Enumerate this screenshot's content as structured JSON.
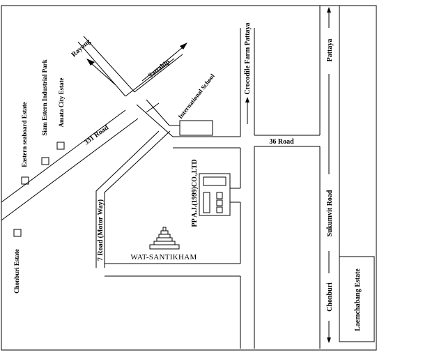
{
  "map": {
    "labels": {
      "rayong": "Rayong",
      "sattahip": "Sattahip",
      "road_331": "331 Road",
      "international_school": "International School",
      "crocodile_farm": "Crocodile Farm Pattaya",
      "pattaya": "Pattaya",
      "road_36": "36 Road",
      "eastern_seaboard": "Eastern seaboard Estate",
      "siam_eastern": "Siam Estern Industrial Park",
      "amata_city": "Amata City Estate",
      "chonburi_estate": "Chonburi Estate",
      "road_7": "7 Road (Motor Way)",
      "company": "PP A.J.(1999)CO.,LTD",
      "wat": "WAT-SANTIKHAM",
      "sukhumvit": "Sukumvit Road",
      "chonburi": "Chonburi",
      "laemchabang": "Laemchabang   Estate"
    },
    "icons": [
      "estate-square-icon",
      "temple-icon",
      "factory-icon",
      "arrow-icon"
    ],
    "colors": {
      "ink": "#000000",
      "paper": "#ffffff"
    }
  }
}
